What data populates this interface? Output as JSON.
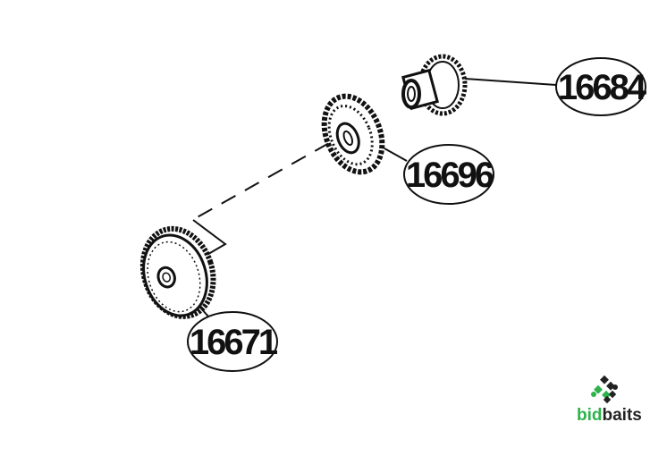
{
  "parts": [
    {
      "id": "gear-pinion",
      "part_number": "16684"
    },
    {
      "id": "gear-bevel",
      "part_number": "16696"
    },
    {
      "id": "gear-main",
      "part_number": "16671"
    }
  ],
  "logo": {
    "text_green": "bid",
    "text_dark": "baits",
    "green": "#2db34a",
    "dark": "#222222"
  }
}
